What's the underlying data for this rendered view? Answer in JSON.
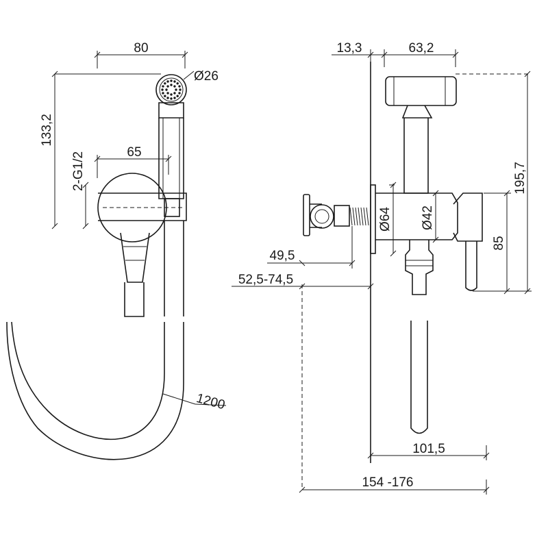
{
  "colors": {
    "ink": "#1a1a1a",
    "background": "#ffffff"
  },
  "left_view": {
    "width_80": "80",
    "height_133_2": "133,2",
    "head_diameter": "Ø26",
    "thread": "2-G1/2",
    "spacing_65": "65",
    "hose_length": "1200"
  },
  "right_view": {
    "wall_offset": "13,3",
    "head_length": "63,2",
    "total_height": "195,7",
    "rosette_diameter": "Ø64",
    "body_diameter": "Ø42",
    "height_85": "85",
    "depth_49_5": "49,5",
    "depth_range": "52,5-74,5",
    "hose_projection": "101,5",
    "total_projection": "154 -176"
  }
}
